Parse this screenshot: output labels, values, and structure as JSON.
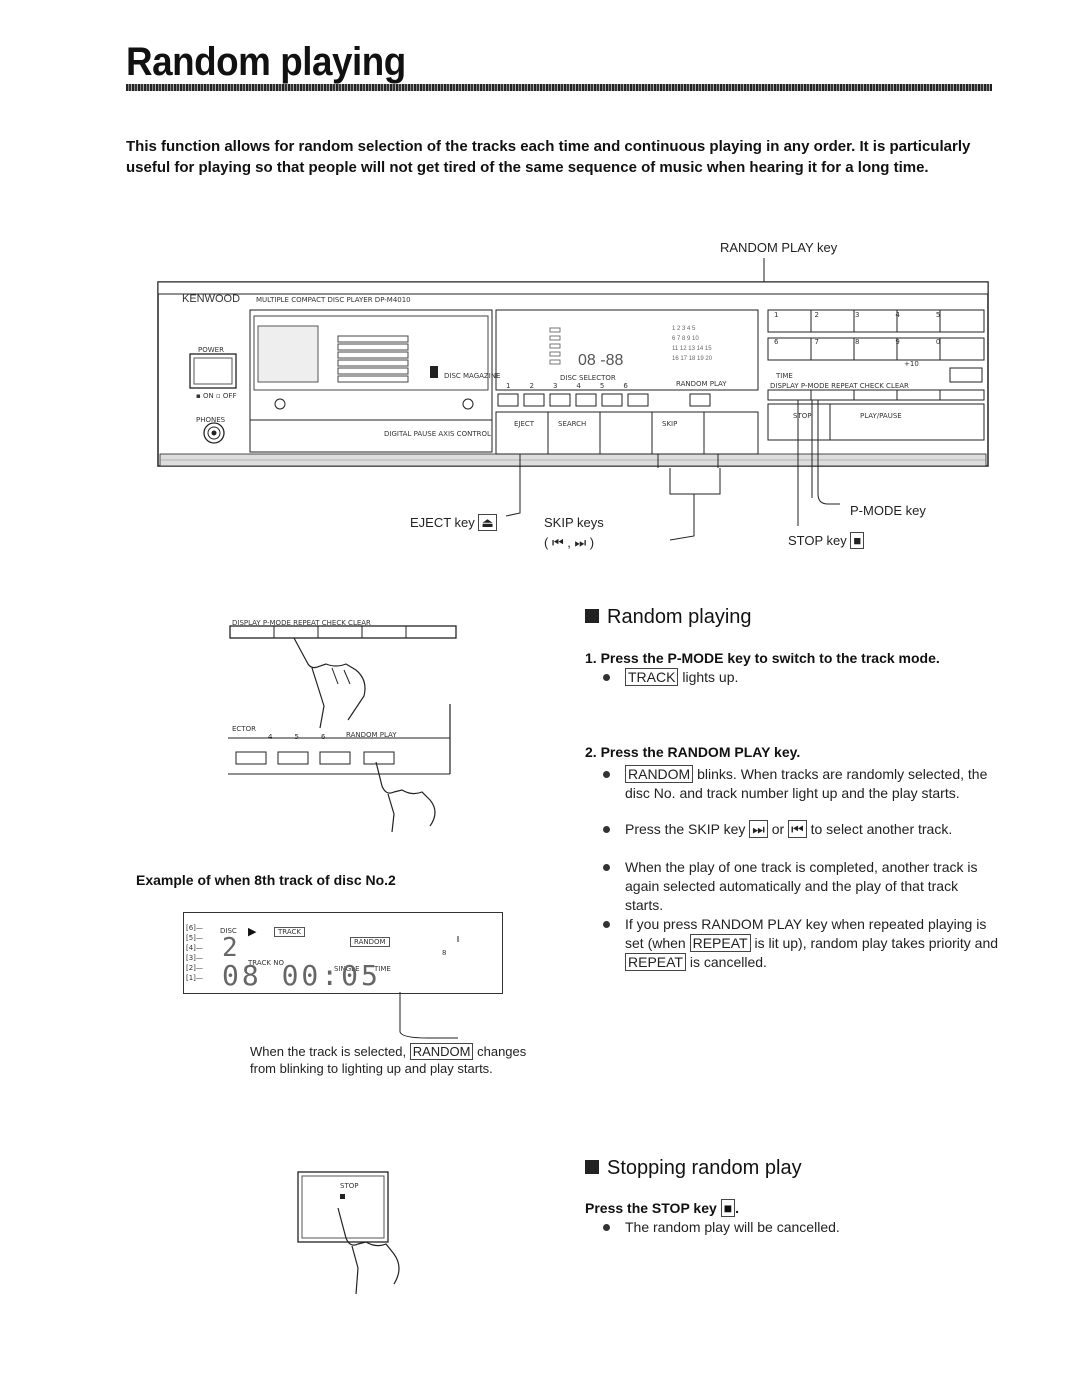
{
  "title": "Random playing",
  "intro": "This function allows for random selection of the tracks each time and continuous playing in any order. It is particularly useful for playing so that people will not get tired of the same sequence of music when hearing it for a long time.",
  "device": {
    "brand": "KENWOOD",
    "model": "MULTIPLE COMPACT DISC PLAYER DP-M4010",
    "power": "POWER",
    "on_off": "▪ ON  ▫ OFF",
    "phones": "PHONES",
    "magazine": "DISC MAGAZINE",
    "digital": "DIGITAL PAUSE AXIS CONTROL",
    "disc_selector": "DISC SELECTOR",
    "random_play": "RANDOM PLAY",
    "eject": "EJECT",
    "search": "SEARCH",
    "skip": "SKIP",
    "stop": "STOP",
    "play_pause": "PLAY/PAUSE",
    "time": "TIME",
    "plus10": "+10",
    "func_row": "DISPLAY  P-MODE  REPEAT  CHECK  CLEAR",
    "num_row1": [
      "1",
      "2",
      "3",
      "4",
      "5"
    ],
    "num_row2": [
      "6",
      "7",
      "8",
      "9",
      "0"
    ],
    "sel_nums": [
      "1",
      "2",
      "3",
      "4",
      "5",
      "6"
    ]
  },
  "callouts": {
    "random_play_key": "RANDOM PLAY key",
    "eject_key": "EJECT key",
    "skip_keys": "SKIP keys",
    "skip_symbols": "( ⏮ , ⏭ )",
    "p_mode_key": "P-MODE key",
    "stop_key": "STOP key"
  },
  "section1": {
    "heading": "Random playing",
    "step1": "1. Press the P-MODE key to switch to the track mode.",
    "step1_b1_box": "TRACK",
    "step1_b1_text": "lights up.",
    "step2": "2. Press the RANDOM PLAY key.",
    "b1_box": "RANDOM",
    "b1_text": "blinks. When tracks are randomly selected, the disc No. and track number light up and the play starts.",
    "b2_pre": "Press the SKIP key",
    "b2_mid": "or",
    "b2_post": "to select another track.",
    "b3": "When the play of one track is completed, another track is again selected automatically and the play of that track starts.",
    "b4_pre": "If you press RANDOM PLAY key when repeated playing is set (when",
    "b4_box": "REPEAT",
    "b4_mid": "is lit up), random play takes priority and",
    "b4_box2": "REPEAT",
    "b4_post": "is cancelled."
  },
  "left_fig": {
    "func_labels": "DISPLAY  P-MODE  REPEAT  CHECK  CLEAR",
    "selector_label": "ECTOR",
    "selector_nums": [
      "4",
      "5",
      "6"
    ],
    "random_label": "RANDOM PLAY",
    "example_caption": "Example of when 8th track of disc No.2",
    "display_disc": "DISC",
    "display_track_box": "TRACK",
    "display_random_box": "RANDOM",
    "display_track_no": "TRACK NO",
    "display_single": "SINGLE",
    "display_time": "TIME",
    "display_digits": "08 00:05",
    "display_disc_no": "2",
    "display_num": "8",
    "note_pre": "When the track is selected,",
    "note_box": "RANDOM",
    "note_post": "changes from blinking to lighting up and play starts.",
    "stop_label": "STOP"
  },
  "section2": {
    "heading": "Stopping random play",
    "step": "Press the STOP key",
    "bullet": "The random play will be cancelled."
  }
}
